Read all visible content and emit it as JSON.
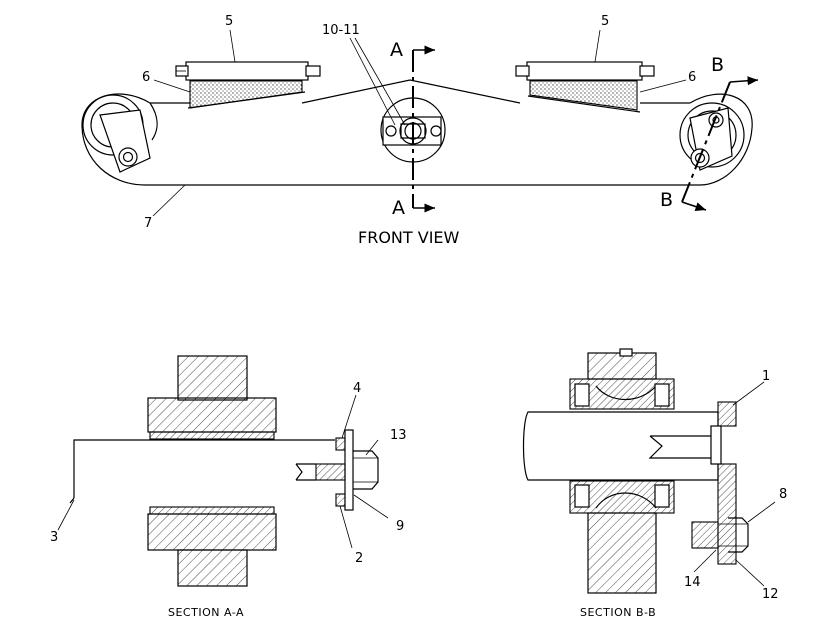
{
  "front_view": {
    "caption": "FRONT VIEW",
    "section_a_mark": "A",
    "section_b_mark": "B",
    "callouts": {
      "item5_left": "5",
      "item5_right": "5",
      "item6_left": "6",
      "item6_right": "6",
      "item7": "7",
      "item10_11": "10-11"
    }
  },
  "section_aa": {
    "caption": "SECTION A-A",
    "callouts": {
      "item2": "2",
      "item3": "3",
      "item4": "4",
      "item9": "9",
      "item13": "13"
    }
  },
  "section_bb": {
    "caption": "SECTION B-B",
    "callouts": {
      "item1": "1",
      "item8": "8",
      "item12": "12",
      "item14": "14"
    }
  }
}
